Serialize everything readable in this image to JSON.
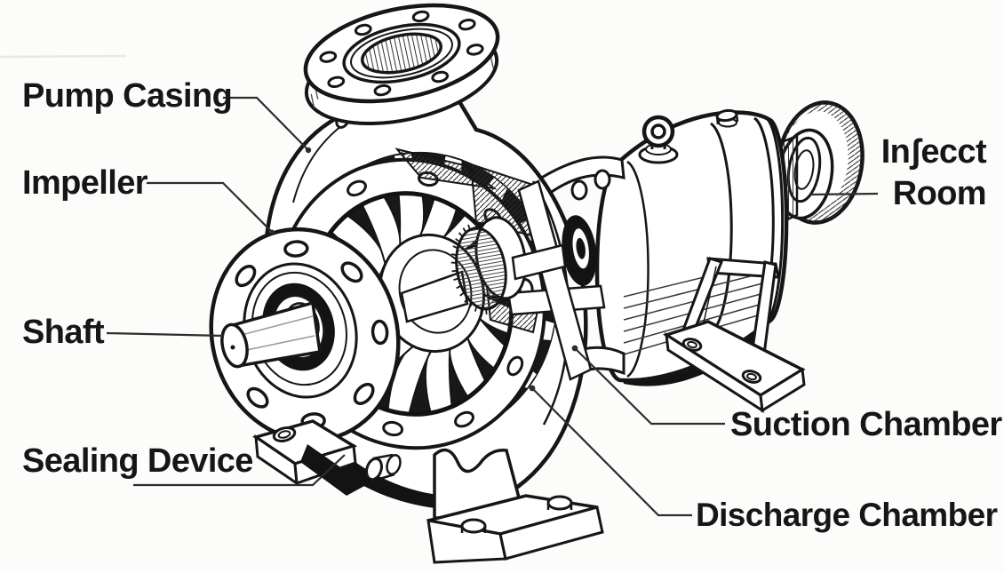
{
  "figure": {
    "subject": "Centrifugal pump cutaway technical illustration",
    "style": "black ink line drawing on white background"
  },
  "colors": {
    "background": "#fcfcfa",
    "ink": "#161616",
    "leader_line": "#2d2d2d",
    "label_text": "#161616"
  },
  "labels": {
    "pump_casing": "Pump Casing",
    "impeller": "Impeller",
    "shaft": "Shaft",
    "sealing_device": "Sealing Device",
    "suction_chamber": "Suction Chamber",
    "discharge_chamber": "Discharge Chamber",
    "inject_room_line1": "Inʃecct",
    "inject_room_line2": "Room"
  }
}
